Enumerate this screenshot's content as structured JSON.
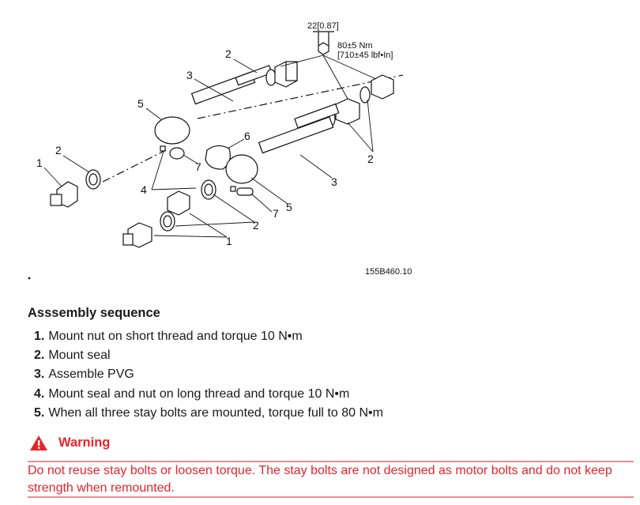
{
  "figure": {
    "callouts": [
      "2",
      "3",
      "5",
      "2",
      "1",
      "6",
      "7",
      "4",
      "7",
      "5",
      "2",
      "1",
      "2",
      "3"
    ],
    "dimension_width": "22[0.87]",
    "torque_metric": "80±5 Nm",
    "torque_imperial": "[710±45 lbf•In]",
    "figure_id": "155B460.10"
  },
  "section_title": "Asssembly sequence",
  "steps": [
    {
      "num": "1.",
      "text": "Mount nut on short thread and torque 10 N•m"
    },
    {
      "num": "2.",
      "text": "Mount seal"
    },
    {
      "num": "3.",
      "text": "Assemble PVG"
    },
    {
      "num": "4.",
      "text": "Mount seal and nut on long thread and torque 10 N•m"
    },
    {
      "num": "5.",
      "text": "When all three stay bolts are mounted, torque full to 80 N•m"
    }
  ],
  "warning": {
    "label": "Warning",
    "text": "Do not reuse stay bolts or loosen torque. The stay bolts are not designed as motor bolts and do not keep strength when remounted.",
    "color": "#e3262b"
  }
}
